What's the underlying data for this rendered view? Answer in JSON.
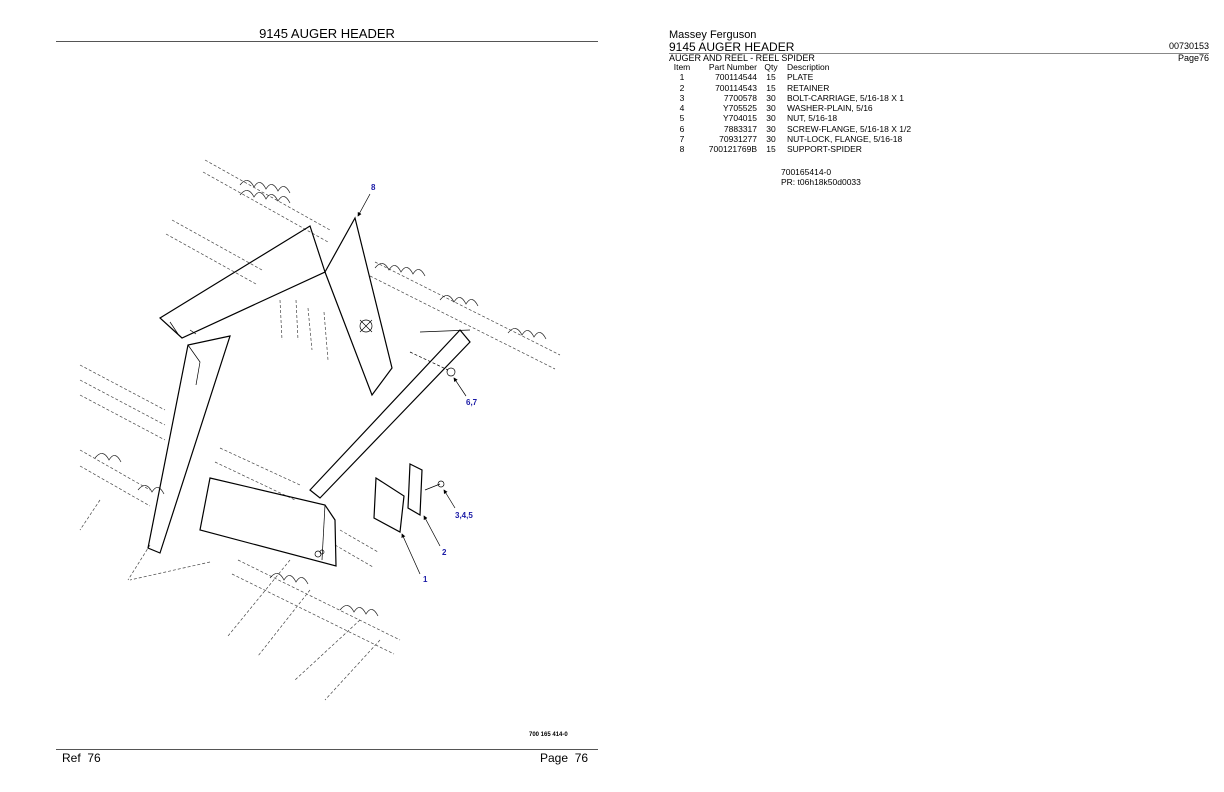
{
  "left_page": {
    "title": "9145 AUGER HEADER",
    "drawing_code": "700 165 414-0",
    "ref_label": "Ref",
    "ref_number": "76",
    "page_label": "Page",
    "page_number": "76",
    "callouts": [
      "8",
      "6,7",
      "3,4,5",
      "2",
      "1"
    ]
  },
  "right_page": {
    "brand": "Massey Ferguson",
    "model": "9145 AUGER HEADER",
    "doc_number": "00730153",
    "section": "AUGER AND REEL - REEL SPIDER",
    "page_ref": "Page76",
    "table": {
      "headers": [
        "Item",
        "Part Number",
        "Qty",
        "Description"
      ],
      "rows": [
        [
          "1",
          "700114544",
          "15",
          "PLATE"
        ],
        [
          "2",
          "700114543",
          "15",
          "RETAINER"
        ],
        [
          "3",
          "7700578",
          "30",
          "BOLT-CARRIAGE, 5/16-18 X 1"
        ],
        [
          "4",
          "Y705525",
          "30",
          "WASHER-PLAIN, 5/16"
        ],
        [
          "5",
          "Y704015",
          "30",
          "NUT, 5/16-18"
        ],
        [
          "6",
          "7883317",
          "30",
          "SCREW-FLANGE, 5/16-18 X 1/2"
        ],
        [
          "7",
          "70931277",
          "30",
          "NUT-LOCK, FLANGE, 5/16-18"
        ],
        [
          "8",
          "700121769B",
          "15",
          "SUPPORT-SPIDER"
        ]
      ]
    },
    "notes": [
      "700165414-0",
      "PR: t06h18k50d0033"
    ]
  }
}
